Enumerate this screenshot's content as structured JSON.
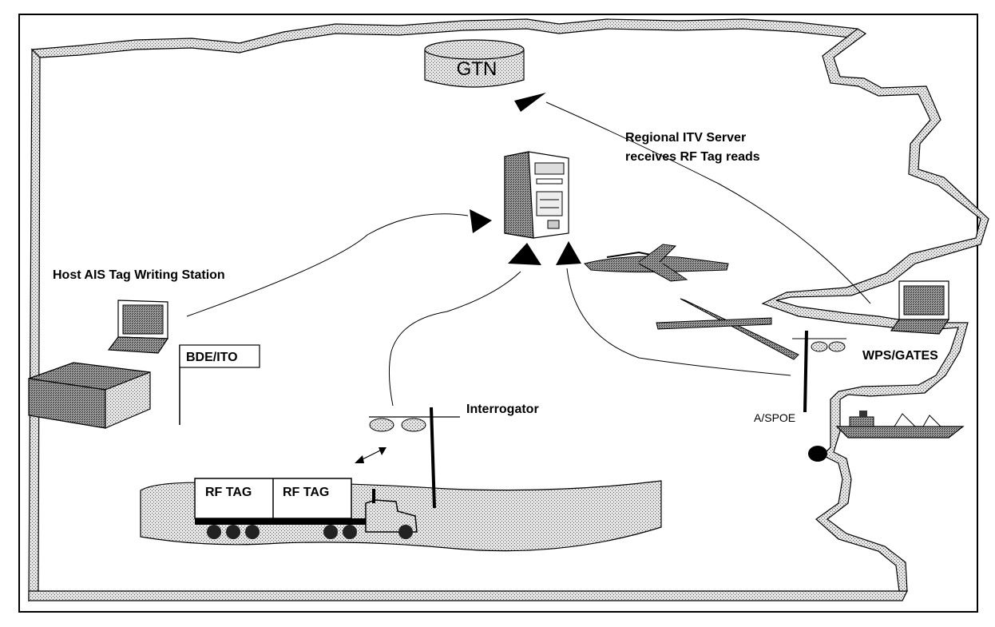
{
  "diagram": {
    "nodes": {
      "gtn": {
        "label": "GTN"
      },
      "regional_server": {
        "label_line1": "Regional ITV Server",
        "label_line2": "receives RF Tag reads"
      },
      "host_station": {
        "label": "Host AIS Tag Writing Station"
      },
      "bde_ito": {
        "label": "BDE/ITO"
      },
      "interrogator": {
        "label": "Interrogator"
      },
      "wps_gates": {
        "label": "WPS/GATES"
      },
      "aspoe": {
        "label": "A/SPOE"
      },
      "rf_tags": [
        {
          "label": "RF TAG"
        },
        {
          "label": "RF TAG"
        }
      ]
    },
    "colors": {
      "border": "#000000",
      "stipple": "#c8c8c8",
      "background": "#ffffff"
    }
  }
}
